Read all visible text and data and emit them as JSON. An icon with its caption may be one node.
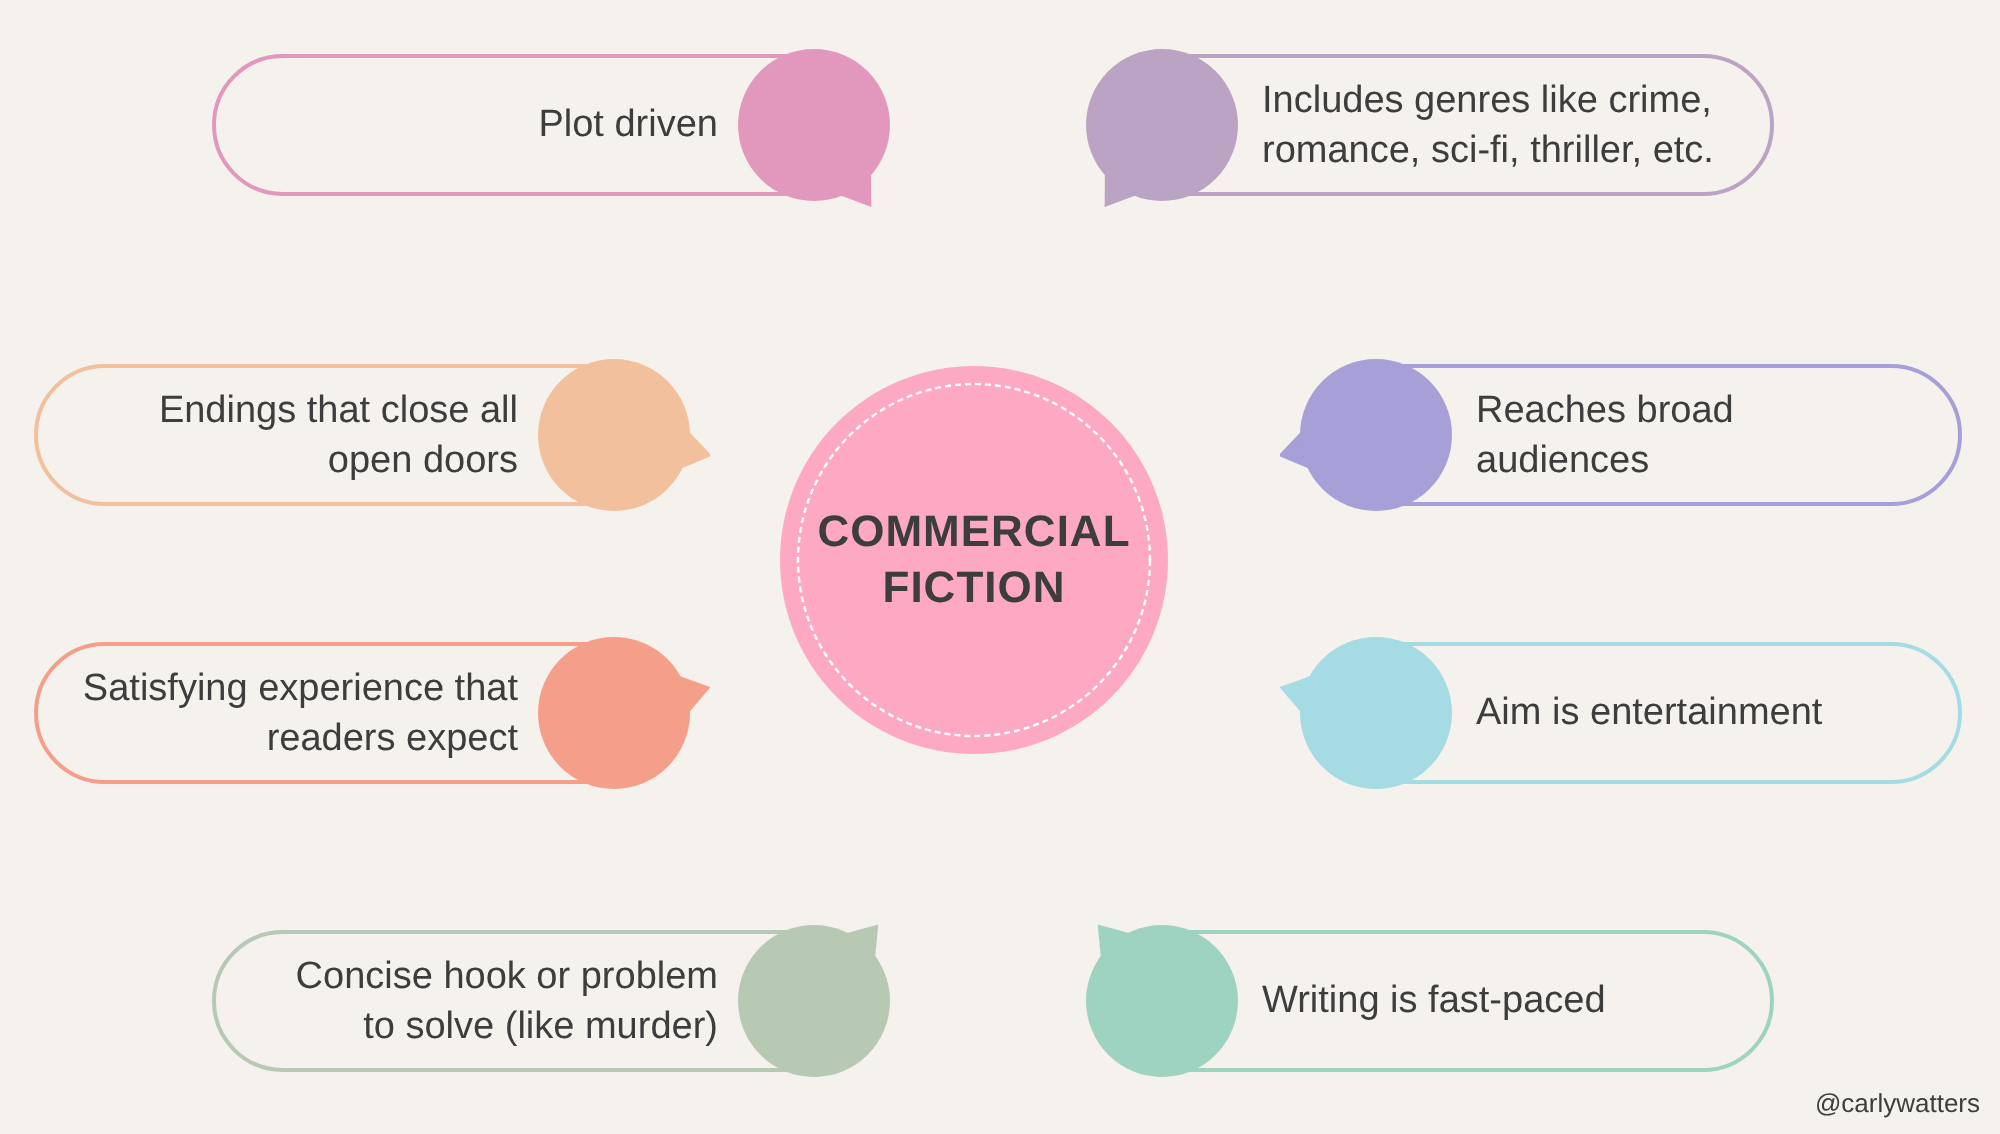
{
  "diagram": {
    "nodes": [
      {
        "text": [
          "COMMERCIAL FICTION"
        ]
      },
      {
        "text": [
          "Plot driven"
        ]
      },
      {
        "text": [
          "Includes genres like crime, romance, sci-fi, thriller, etc."
        ]
      },
      {
        "text": [
          "Endings that close all open doors"
        ]
      },
      {
        "text": [
          "Reaches broad audiences"
        ]
      },
      {
        "text": [
          "Satisfying experience that readers expect"
        ]
      },
      {
        "text": [
          "Aim is entertainment"
        ]
      },
      {
        "text": [
          "Concise hook or problem to solve (like murder)"
        ]
      },
      {
        "text": [
          "Writing is fast-paced"
        ]
      }
    ],
    "labels": [
      "@carlywatters"
    ]
  }
}
